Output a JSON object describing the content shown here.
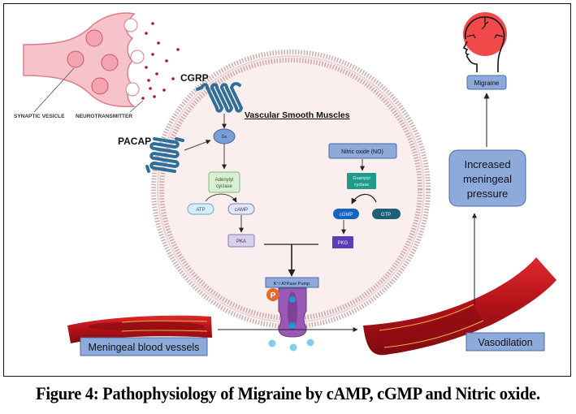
{
  "labels": {
    "synaptic_vesicle": "SYNAPTIC VESICLE",
    "neurotransmitter": "NEUROTRANSMITTER",
    "cgrp": "CGRP",
    "pacap": "PACAP",
    "vascular_smooth_muscles": "Vascular Smooth Muscles",
    "gs": "Gs",
    "adenylyl_cyclase_line1": "Adenylyl",
    "adenylyl_cyclase_line2": "cyclase",
    "atp": "ATP",
    "camp": "cAMP",
    "pka": "PKA",
    "nitric_oxide": "Nitric oxide (NO)",
    "guanylyl_cyclase_line1": "Guanylyl",
    "guanylyl_cyclase_line2": "cyclase",
    "cgmp": "cGMP",
    "gtp": "GTP",
    "pkg": "PKG",
    "atpase_pump": "K⁺/ ATPase Pump",
    "phosphate": "P",
    "meningeal_blood_vessels": "Meningeal blood vessels",
    "vasodilation": "Vasodilation",
    "increased_line1": "Increased",
    "increased_line2": "meningeal",
    "increased_line3": "pressure",
    "migraine": "Migraine"
  },
  "caption": "Figure 4: Pathophysiology of Migraine by cAMP, cGMP and Nitric oxide.",
  "colors": {
    "membrane": "#c9a3a6",
    "cell_fill": "#fbeeee",
    "receptor": "#2e6e99",
    "neuron_fill": "#f7c3cb",
    "neuron_stroke": "#e07c8e",
    "dot": "#b5122b",
    "box_blue": "#8eaadb",
    "box_blue_stroke": "#4a6aa5",
    "adenylyl": "#d9efd3",
    "guanylyl": "#1f9b8a",
    "cgmp": "#1565c0",
    "gtp": "#1d5f7a",
    "pkg": "#5b3db8",
    "pka": "#d9d0ec",
    "pump": "#9b59b6",
    "phosphate": "#e8692e",
    "vessel": "#c0161c",
    "head_red": "#f24a4a"
  }
}
